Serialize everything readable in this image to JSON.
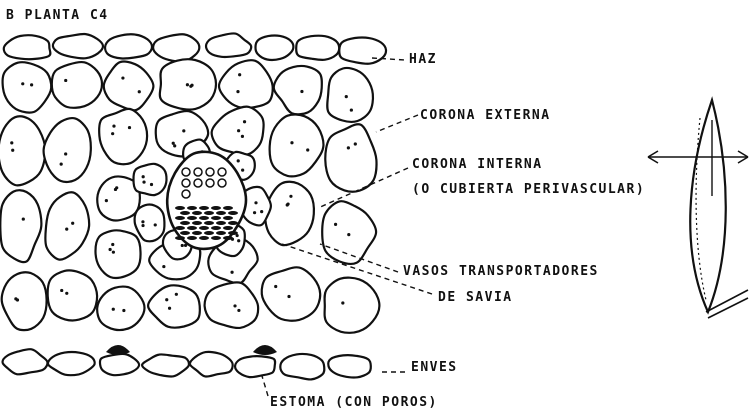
{
  "title": "B PLANTA C4",
  "labels": {
    "haz": "HAZ",
    "corona_externa": "CORONA EXTERNA",
    "corona_interna": "CORONA INTERNA",
    "cubierta": "(O CUBIERTA PERIVASCULAR)",
    "vasos_1": "VASOS TRANSPORTADORES",
    "vasos_2": "DE SAVIA",
    "enves": "ENVES",
    "estoma": "ESTOMA  (CON POROS)"
  }
}
